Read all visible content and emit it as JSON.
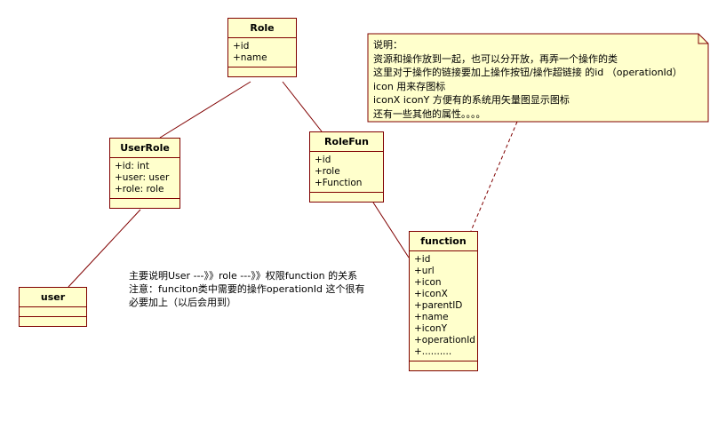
{
  "classes": {
    "role": {
      "name": "Role",
      "attrs": [
        "+id",
        "+name"
      ]
    },
    "userrole": {
      "name": "UserRole",
      "attrs": [
        "+id: int",
        "+user: user",
        "+role: role"
      ]
    },
    "rolefun": {
      "name": "RoleFun",
      "attrs": [
        "+id",
        "+role",
        "+Function"
      ]
    },
    "function": {
      "name": "function",
      "attrs": [
        "+id",
        "+url",
        "+icon",
        "+iconX",
        "+parentID",
        "+name",
        "+iconY",
        "+operationId",
        "+.........."
      ]
    },
    "user": {
      "name": "user",
      "attrs": []
    }
  },
  "note": {
    "lines": [
      "说明：",
      "资源和操作放到一起，也可以分开放，再弄一个操作的类",
      "这里对于操作的链接要加上操作按钮/操作超链接 的id （operationId）",
      "icon 用来存图标",
      "iconX iconY 方便有的系统用矢量图显示图标",
      "还有一些其他的属性。。。。"
    ]
  },
  "description": {
    "lines": [
      "主要说明User  ---》》role ---》》权限function 的关系",
      "注意：funciton类中需要的操作operationId 这个很有",
      "必要加上（以后会用到）"
    ]
  },
  "colors": {
    "fill": "#ffffcc",
    "border": "#800000"
  }
}
